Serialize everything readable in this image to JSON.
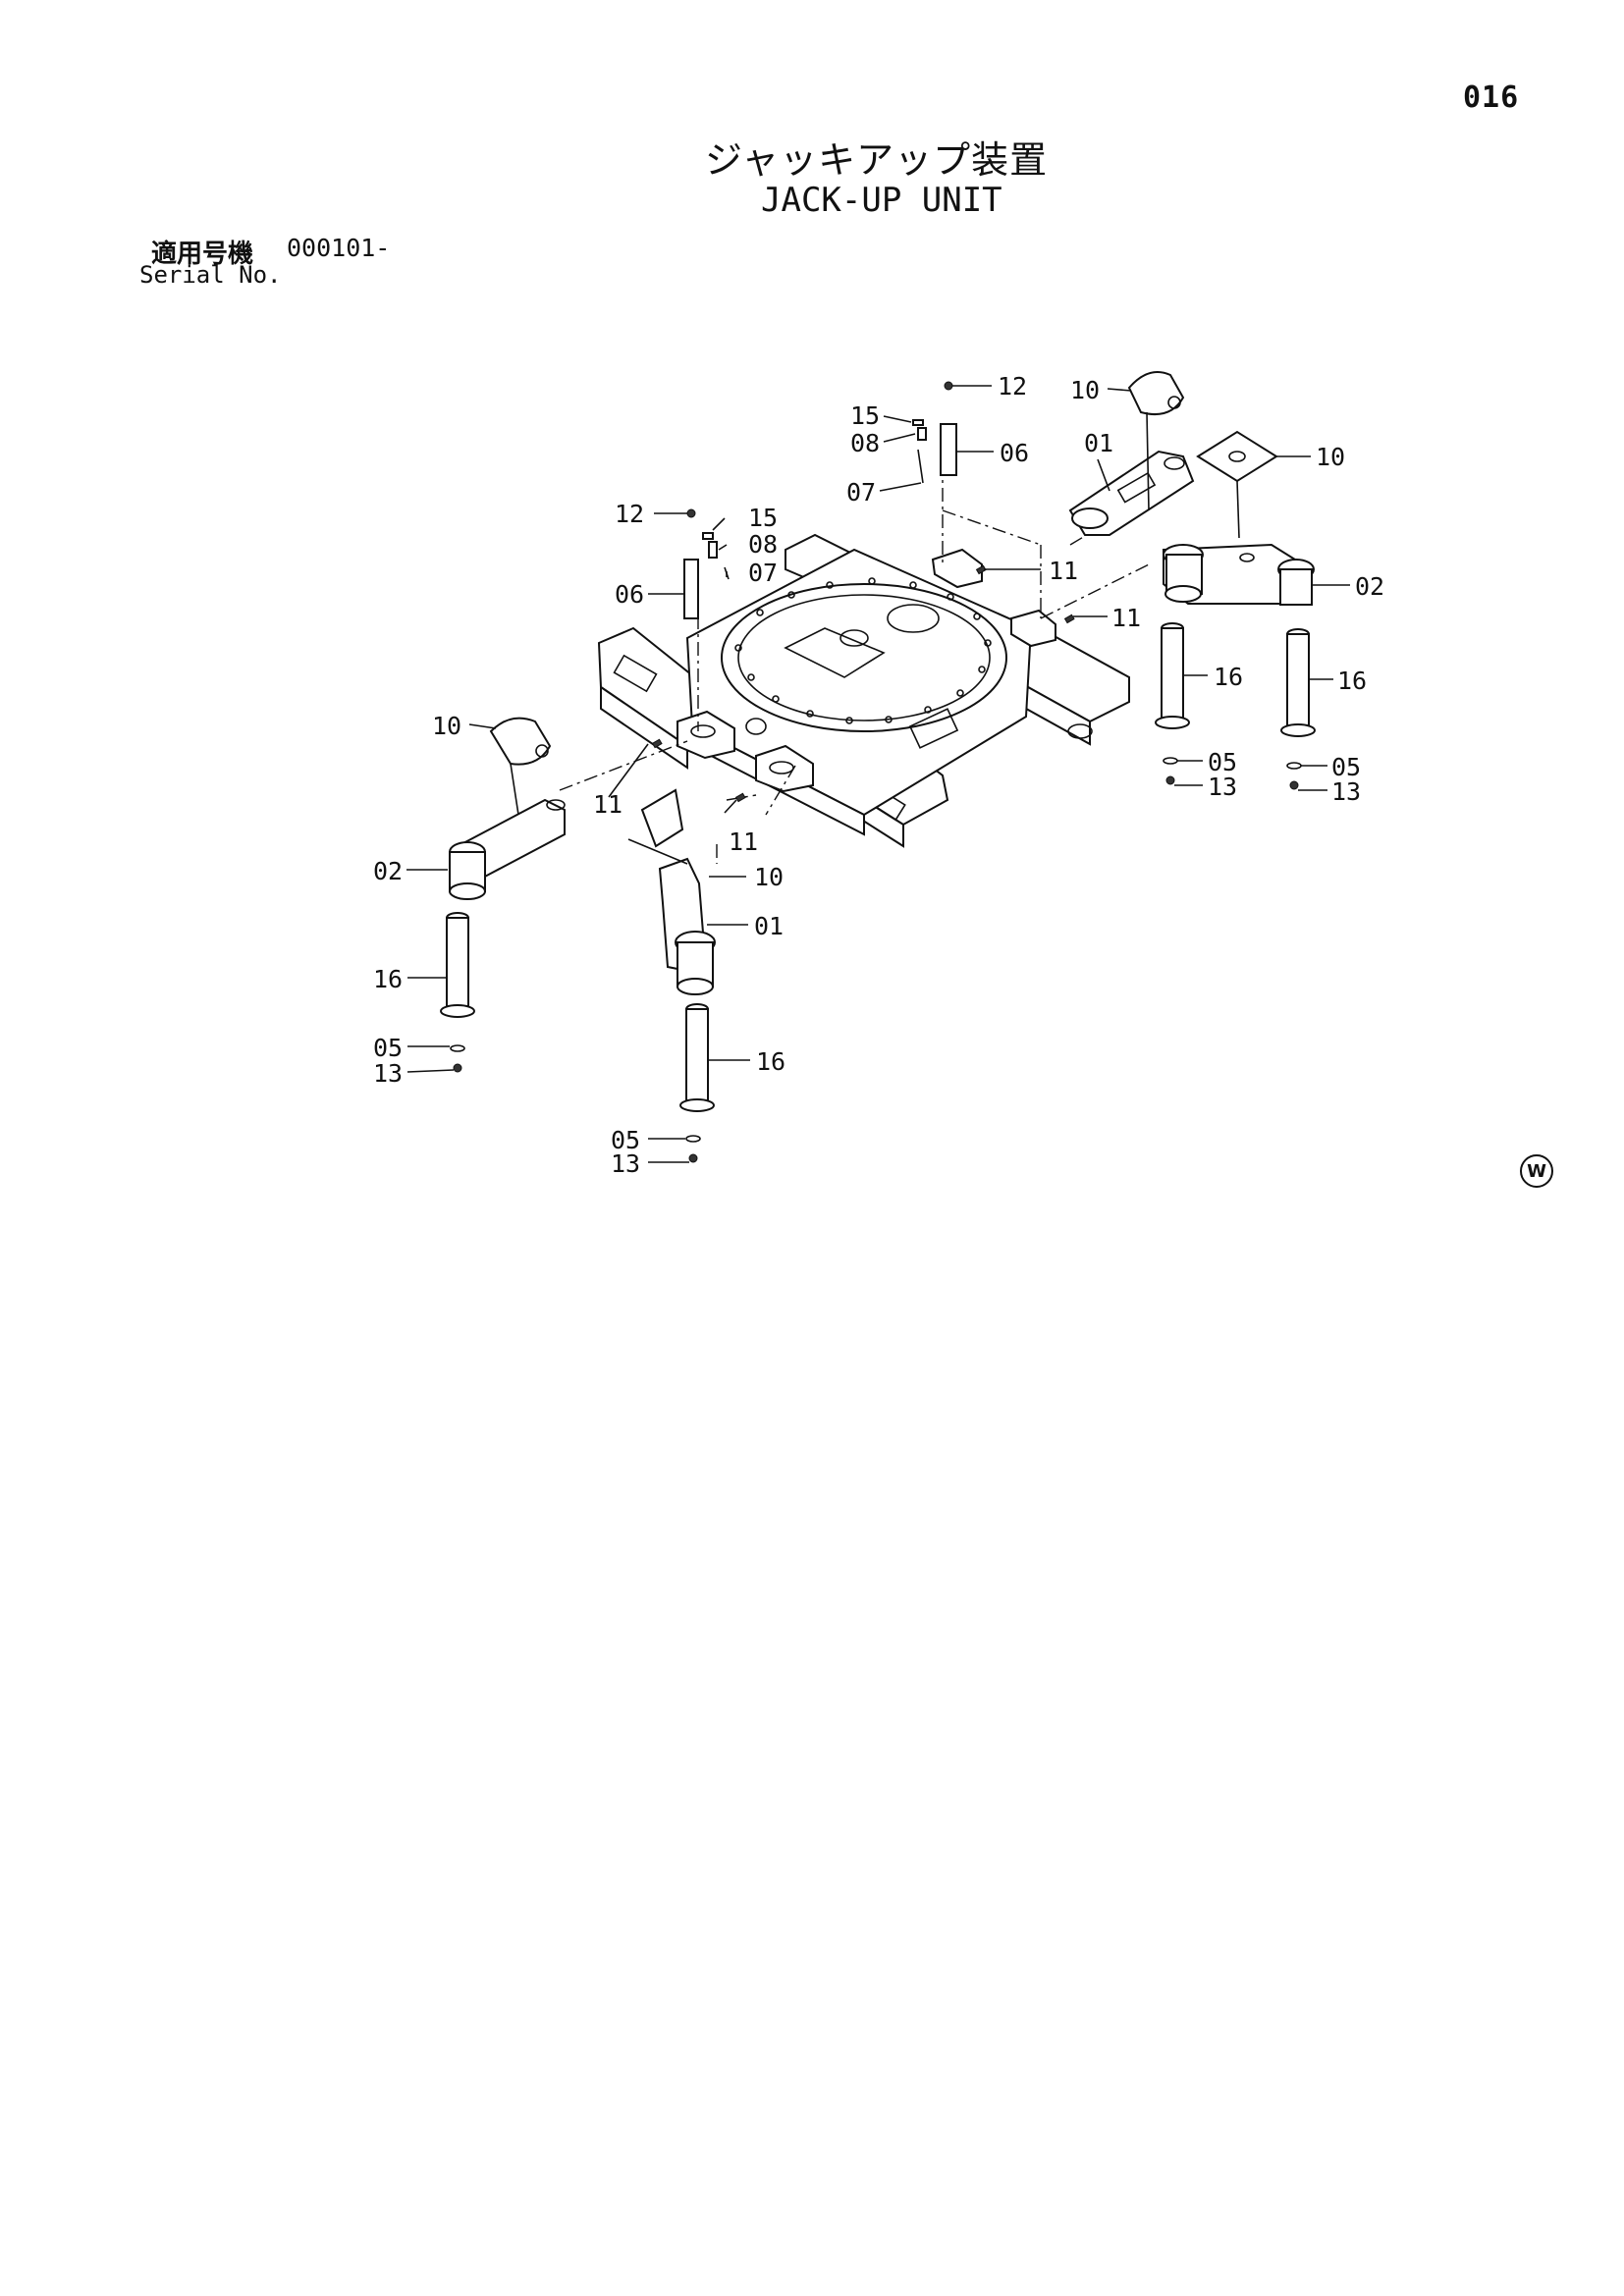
{
  "page_number": "016",
  "title_ja": "ジャッキアップ装置",
  "title_en": "JACK-UP UNIT",
  "serial": {
    "label_ja": "適用号機",
    "label_en": "Serial No.",
    "value": "000101-"
  },
  "mark": "W",
  "callouts": {
    "c12a": "12",
    "c15a": "15",
    "c08a": "08",
    "c06a": "06",
    "c07a": "07",
    "c10a": "10",
    "c01a": "01",
    "c10b": "10",
    "c02a": "02",
    "c11a": "11",
    "c11b": "11",
    "c16a": "16",
    "c16b": "16",
    "c05a": "05",
    "c05b": "05",
    "c13a": "13",
    "c13b": "13",
    "c12b": "12",
    "c15b": "15",
    "c08b": "08",
    "c07b": "07",
    "c06b": "06",
    "c10c": "10",
    "c11c": "11",
    "c11d": "11",
    "c02b": "02",
    "c10d": "10",
    "c01b": "01",
    "c16c": "16",
    "c16d": "16",
    "c05c": "05",
    "c05d": "05",
    "c13c": "13",
    "c13d": "13"
  }
}
